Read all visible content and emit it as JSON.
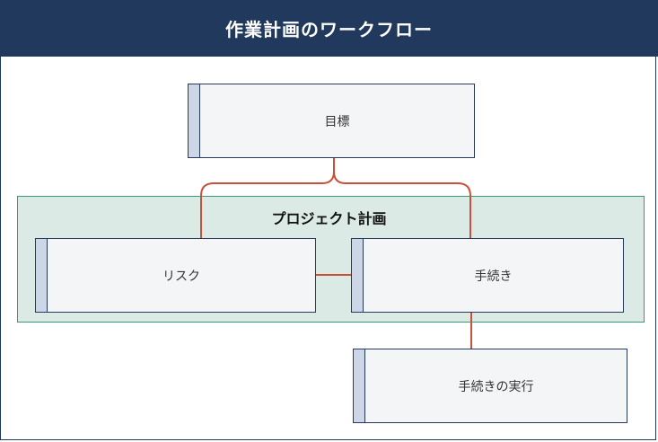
{
  "title": "作業計画のワークフロー",
  "group": {
    "label": "プロジェクト計画"
  },
  "nodes": {
    "goal": "目標",
    "risk": "リスク",
    "procedure": "手続き",
    "execution": "手続きの実行"
  },
  "colors": {
    "header": "#21395c",
    "group_fill": "#dbeae4",
    "group_border": "#3a9a77",
    "connector": "#c8513a",
    "node_fill": "#f4f5f7",
    "node_stripe": "#cdd6e6"
  }
}
